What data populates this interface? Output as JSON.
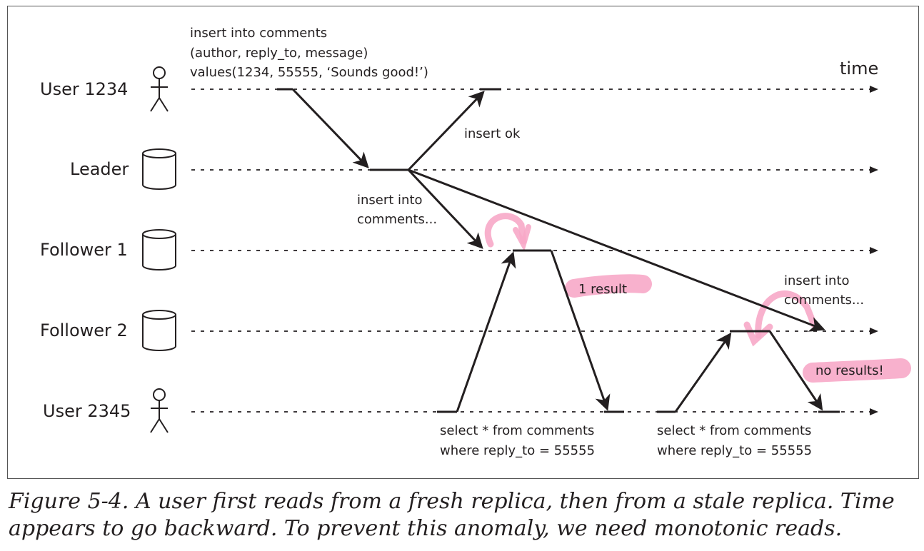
{
  "diagram": {
    "time_label": "time",
    "lanes": [
      {
        "id": "user1234",
        "label": "User 1234",
        "icon": "person-icon"
      },
      {
        "id": "leader",
        "label": "Leader",
        "icon": "database-icon"
      },
      {
        "id": "follower1",
        "label": "Follower 1",
        "icon": "database-icon"
      },
      {
        "id": "follower2",
        "label": "Follower 2",
        "icon": "database-icon"
      },
      {
        "id": "user2345",
        "label": "User 2345",
        "icon": "person-icon"
      }
    ],
    "insert_request": [
      "insert into comments",
      "(author, reply_to, message)",
      "values(1234, 55555, ‘Sounds good!’)"
    ],
    "insert_ok": "insert ok",
    "replication_f1": [
      "insert into",
      "comments..."
    ],
    "replication_f2": [
      "insert into",
      "comments..."
    ],
    "query_1": [
      "select * from comments",
      "where reply_to = 55555"
    ],
    "query_2": [
      "select * from comments",
      "where reply_to = 55555"
    ],
    "result_1": "1 result",
    "result_2": "no results!",
    "highlight_color": "#f7a8c8"
  },
  "caption": {
    "text": "Figure 5-4. A user first reads from a fresh replica, then from a stale replica. Time appears to go backward. To prevent this anomaly, we need monotonic reads."
  }
}
